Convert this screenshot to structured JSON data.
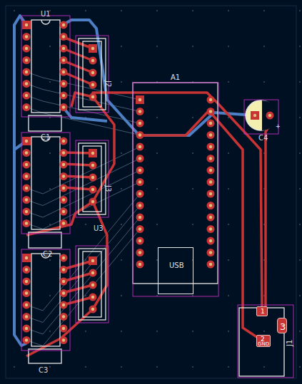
{
  "diagram": {
    "nodes": [
      {
        "text": [
          "A1"
        ]
      },
      {
        "text": [
          "USB"
        ],
        "in": 0
      },
      {
        "text": [
          "J1"
        ]
      },
      {
        "text": [
          "1"
        ],
        "in": 2
      },
      {
        "text": [
          "2",
          "GND"
        ],
        "in": 2
      },
      {
        "text": [
          "3"
        ],
        "in": 2
      }
    ],
    "labels": [
      "U1",
      "C1",
      "J2",
      "C4",
      "J3",
      "C2",
      "U3",
      "C3"
    ]
  }
}
